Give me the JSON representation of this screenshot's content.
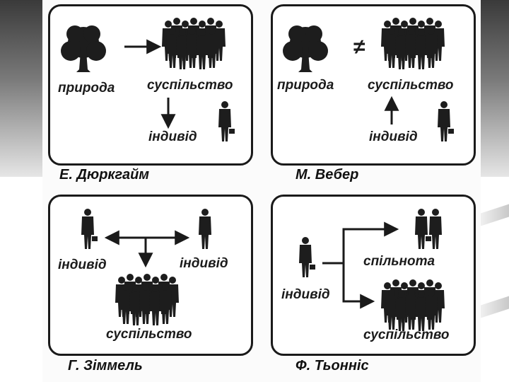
{
  "panels": {
    "durkheim": {
      "nature": "природа",
      "society": "суспільство",
      "individual": "індивід",
      "caption": "Е. Дюркгайм"
    },
    "weber": {
      "nature": "природа",
      "not_equal": "≠",
      "society": "суспільство",
      "individual": "індивід",
      "caption": "М. Вебер"
    },
    "simmel": {
      "individual_left": "індивід",
      "individual_right": "індивід",
      "society": "суспільство",
      "caption": "Г. Зіммель"
    },
    "tonnies": {
      "individual": "індивід",
      "community": "спільнота",
      "society": "суспільство",
      "caption": "Ф. Тьонніс"
    }
  }
}
